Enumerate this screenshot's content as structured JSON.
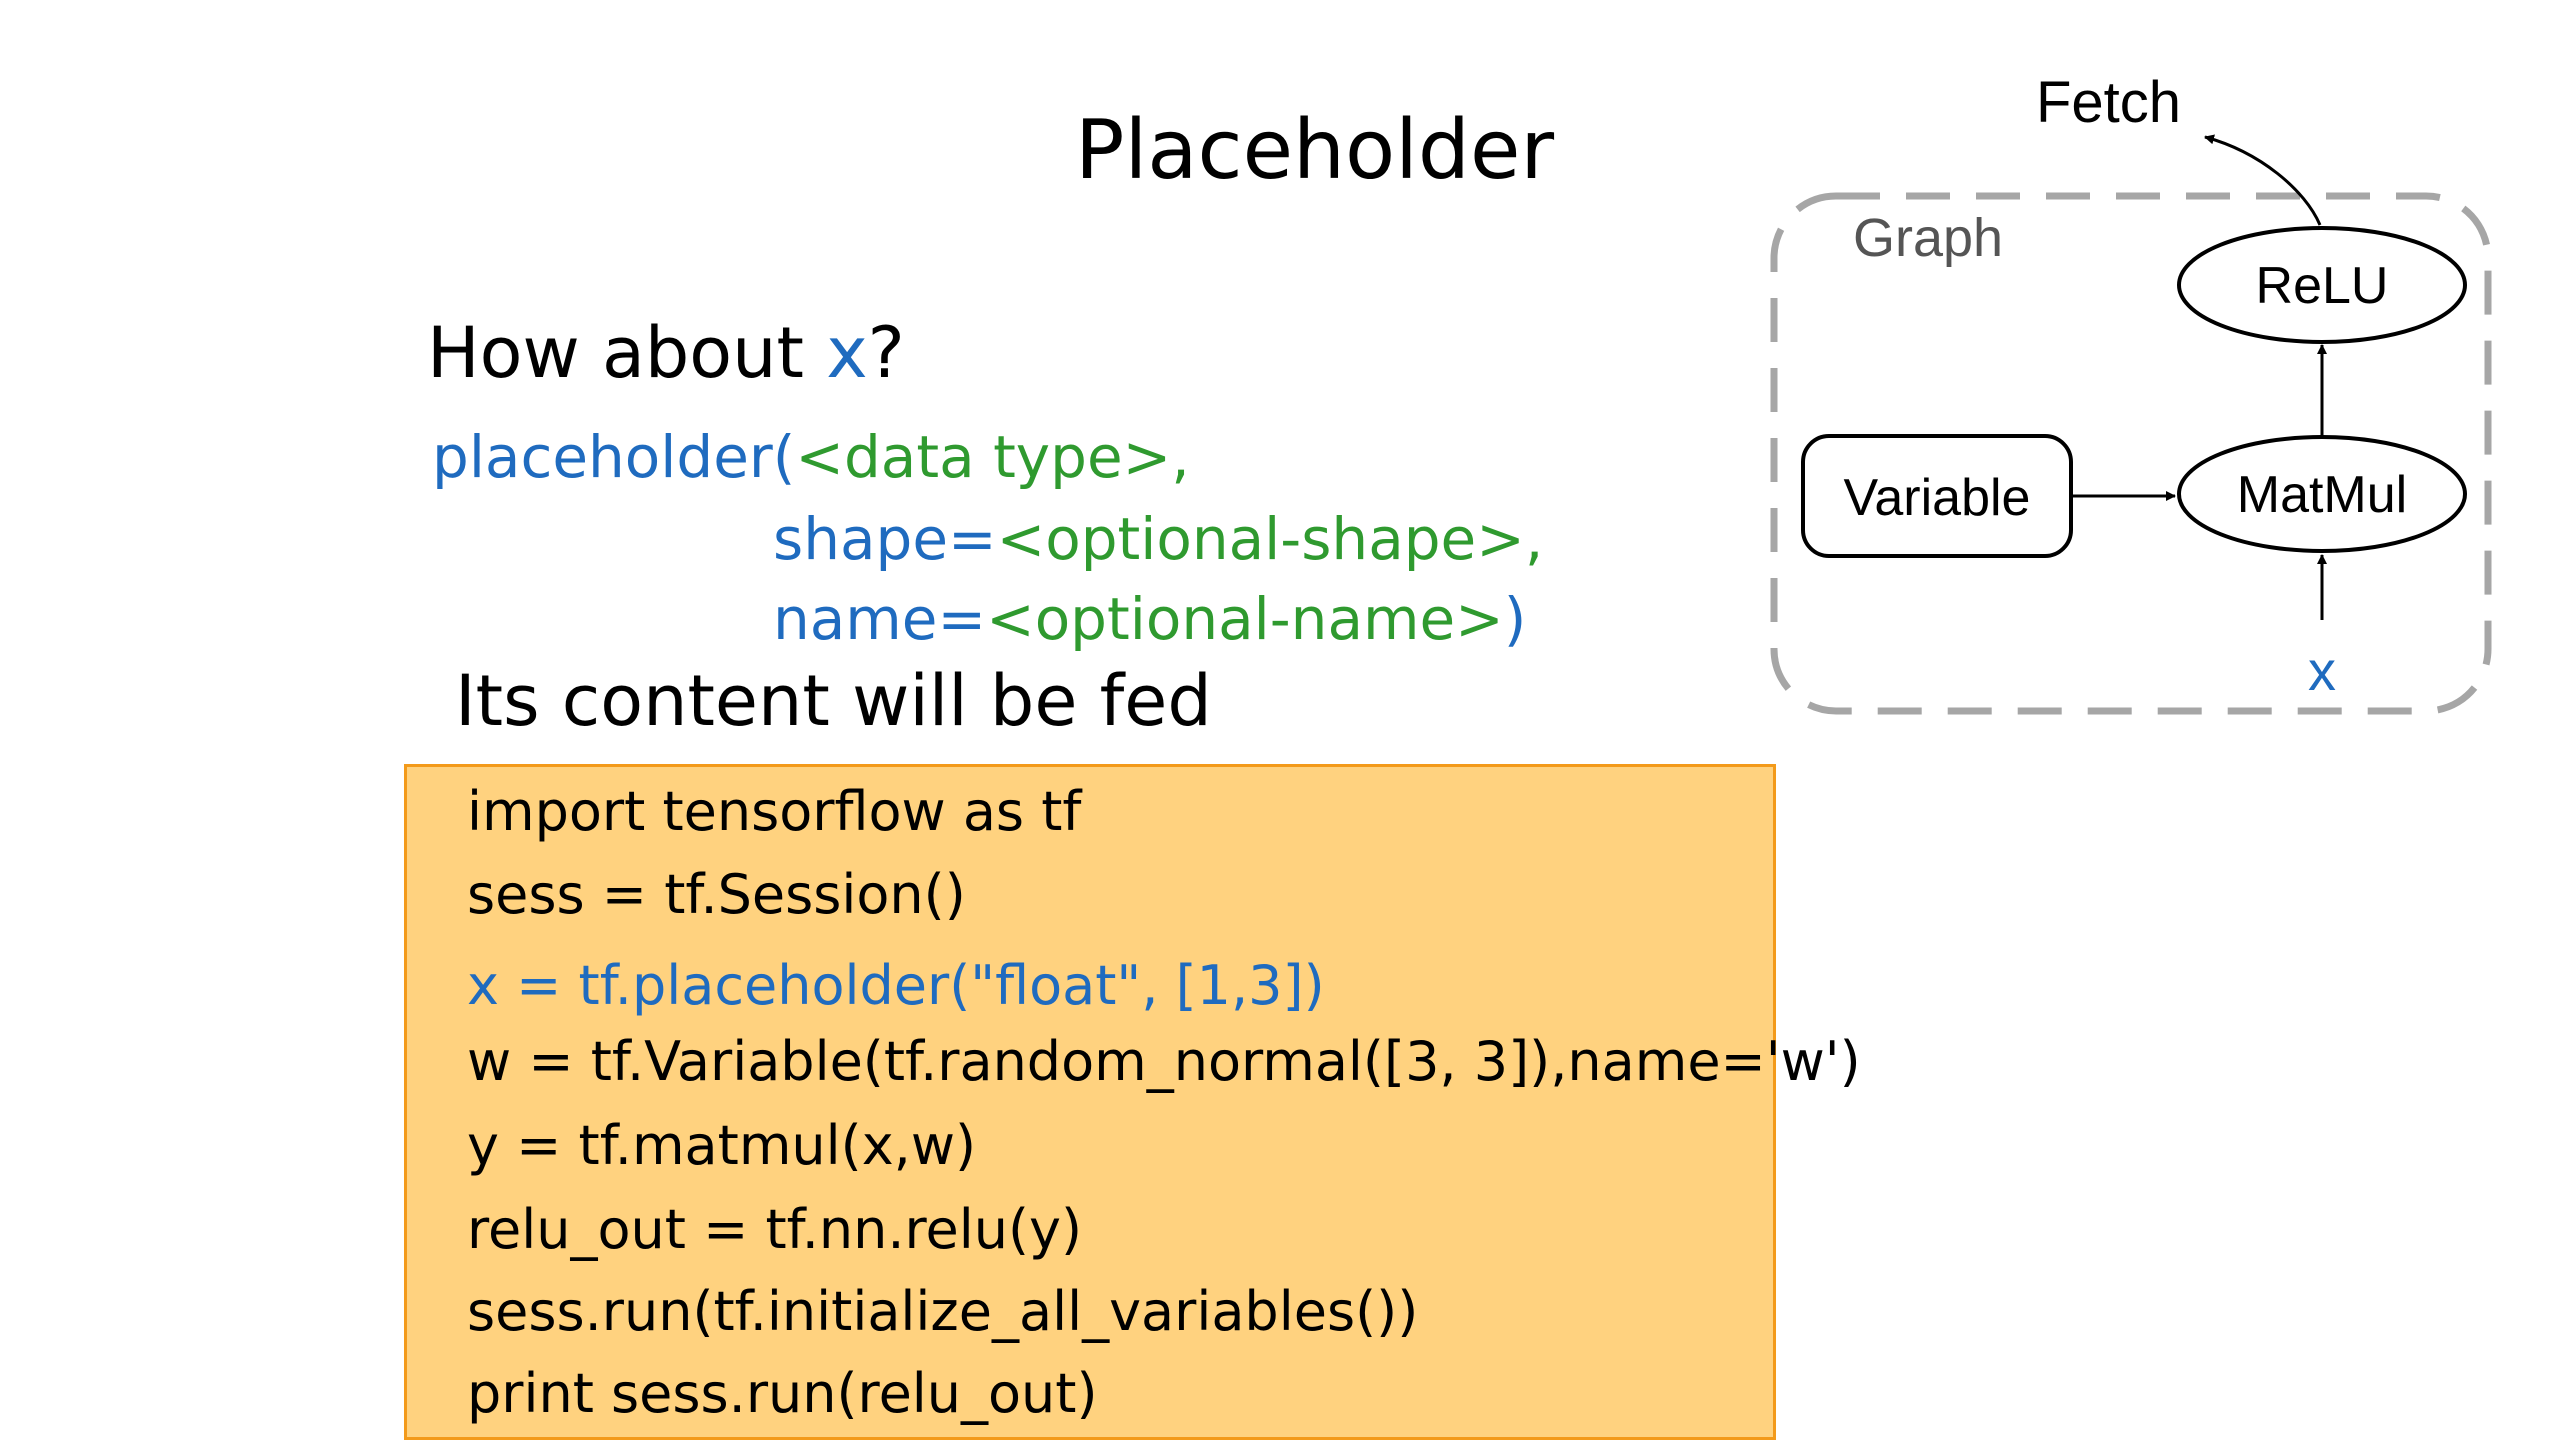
{
  "slide": {
    "title": "Placeholder",
    "question_prefix": "How about ",
    "question_var": "x",
    "question_suffix": "?",
    "signature": {
      "line1_fn": "placeholder(",
      "line1_arg": "<data type>,",
      "line2_kw": "shape=",
      "line2_arg": "<optional-shape>,",
      "line3_kw": "name=",
      "line3_arg": "<optional-name>",
      "line3_close": ")"
    },
    "fed_text": "Its content will be fed"
  },
  "code": {
    "lines": [
      "import tensorflow as tf",
      "sess = tf.Session()",
      "x = tf.placeholder(\"float\", [1,3])",
      "w = tf.Variable(tf.random_normal([3, 3]),name='w')",
      "y = tf.matmul(x,w)",
      "relu_out = tf.nn.relu(y)",
      "sess.run(tf.initialize_all_variables())",
      "print sess.run(relu_out)"
    ]
  },
  "diagram": {
    "fetch_label": "Fetch",
    "graph_label": "Graph",
    "relu_label": "ReLU",
    "matmul_label": "MatMul",
    "variable_label": "Variable",
    "x_label": "x"
  },
  "colors": {
    "blue": "#1f6bbf",
    "green": "#2f9a2f",
    "code_bg": "#ffd27f",
    "code_border": "#f39a1a",
    "graph_border": "#a6a6a6"
  }
}
